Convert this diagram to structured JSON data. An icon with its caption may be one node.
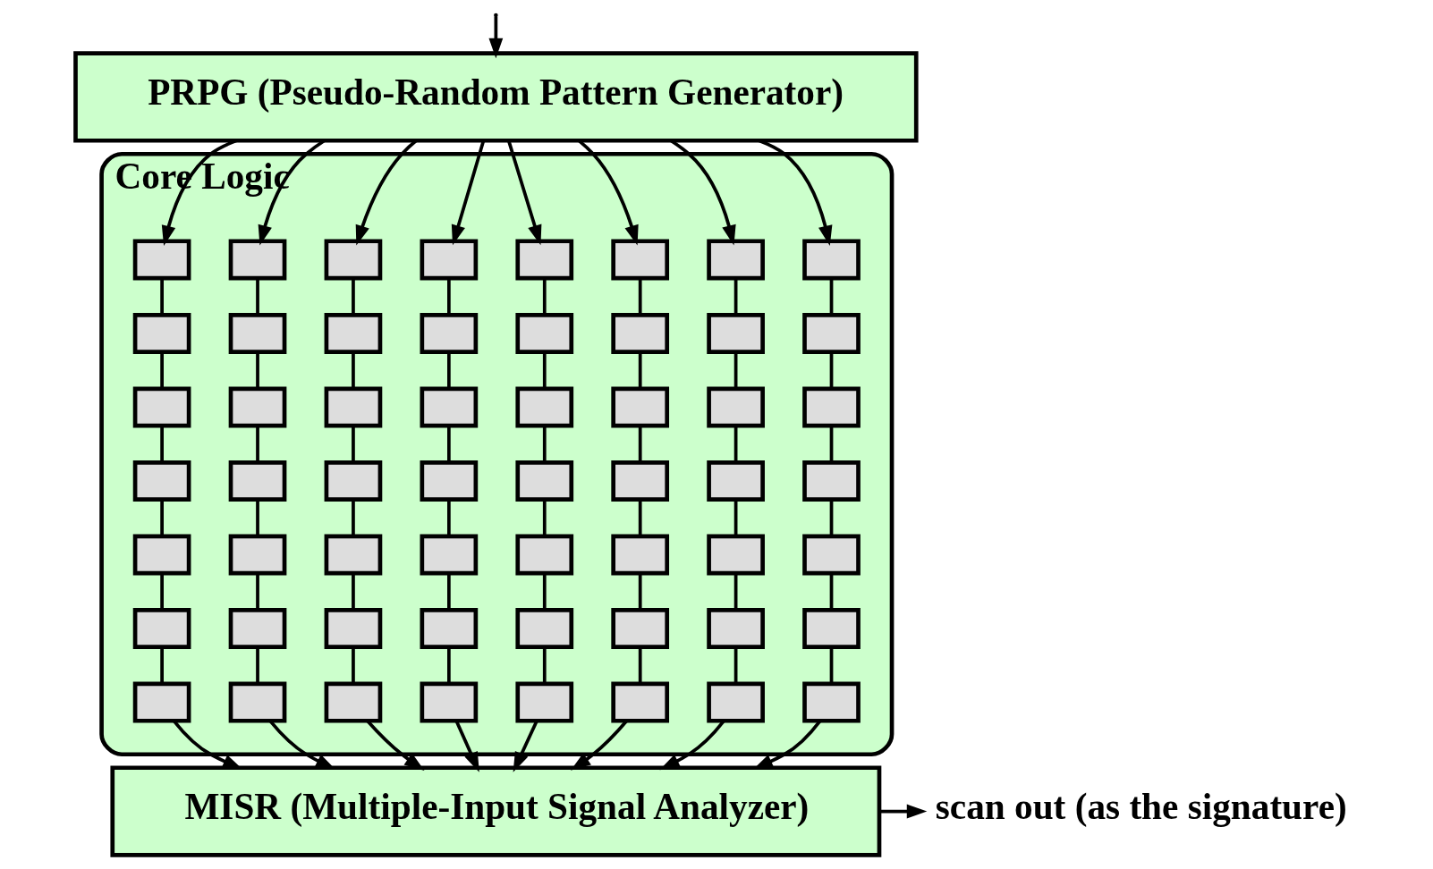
{
  "diagram": {
    "nodes": [
      {
        "text": [
          "PRPG (Pseudo-Random Pattern Generator)"
        ]
      },
      {
        "text": [
          "Core Logic"
        ]
      },
      {
        "text": [],
        "shape": "box",
        "in": 1
      },
      {
        "text": [],
        "shape": "box",
        "in": 1
      },
      {
        "text": [],
        "shape": "box",
        "in": 1
      },
      {
        "text": [],
        "shape": "box",
        "in": 1
      },
      {
        "text": [],
        "shape": "box",
        "in": 1
      },
      {
        "text": [],
        "shape": "box",
        "in": 1
      },
      {
        "text": [],
        "shape": "box",
        "in": 1
      },
      {
        "text": [],
        "shape": "box",
        "in": 1
      },
      {
        "text": [],
        "shape": "box",
        "in": 1
      },
      {
        "text": [],
        "shape": "box",
        "in": 1
      },
      {
        "text": [],
        "shape": "box",
        "in": 1
      },
      {
        "text": [],
        "shape": "box",
        "in": 1
      },
      {
        "text": [],
        "shape": "box",
        "in": 1
      },
      {
        "text": [],
        "shape": "box",
        "in": 1
      },
      {
        "text": [],
        "shape": "box",
        "in": 1
      },
      {
        "text": [],
        "shape": "box",
        "in": 1
      },
      {
        "text": [],
        "shape": "box",
        "in": 1
      },
      {
        "text": [],
        "shape": "box",
        "in": 1
      },
      {
        "text": [],
        "shape": "box",
        "in": 1
      },
      {
        "text": [],
        "shape": "box",
        "in": 1
      },
      {
        "text": [],
        "shape": "box",
        "in": 1
      },
      {
        "text": [],
        "shape": "box",
        "in": 1
      },
      {
        "text": [],
        "shape": "box",
        "in": 1
      },
      {
        "text": [],
        "shape": "box",
        "in": 1
      },
      {
        "text": [],
        "shape": "box",
        "in": 1
      },
      {
        "text": [],
        "shape": "box",
        "in": 1
      },
      {
        "text": [],
        "shape": "box",
        "in": 1
      },
      {
        "text": [],
        "shape": "box",
        "in": 1
      },
      {
        "text": [],
        "shape": "box",
        "in": 1
      },
      {
        "text": [],
        "shape": "box",
        "in": 1
      },
      {
        "text": [],
        "shape": "box",
        "in": 1
      },
      {
        "text": [],
        "shape": "box",
        "in": 1
      },
      {
        "text": [],
        "shape": "box",
        "in": 1
      },
      {
        "text": [],
        "shape": "box",
        "in": 1
      },
      {
        "text": [],
        "shape": "box",
        "in": 1
      },
      {
        "text": [],
        "shape": "box",
        "in": 1
      },
      {
        "text": [],
        "shape": "box",
        "in": 1
      },
      {
        "text": [],
        "shape": "box",
        "in": 1
      },
      {
        "text": [],
        "shape": "box",
        "in": 1
      },
      {
        "text": [],
        "shape": "box",
        "in": 1
      },
      {
        "text": [],
        "shape": "box",
        "in": 1
      },
      {
        "text": [],
        "shape": "box",
        "in": 1
      },
      {
        "text": [],
        "shape": "box",
        "in": 1
      },
      {
        "text": [],
        "shape": "box",
        "in": 1
      },
      {
        "text": [],
        "shape": "box",
        "in": 1
      },
      {
        "text": [],
        "shape": "box",
        "in": 1
      },
      {
        "text": [],
        "shape": "box",
        "in": 1
      },
      {
        "text": [],
        "shape": "box",
        "in": 1
      },
      {
        "text": [],
        "shape": "box",
        "in": 1
      },
      {
        "text": [],
        "shape": "box",
        "in": 1
      },
      {
        "text": [],
        "shape": "box",
        "in": 1
      },
      {
        "text": [],
        "shape": "box",
        "in": 1
      },
      {
        "text": [],
        "shape": "box",
        "in": 1
      },
      {
        "text": [],
        "shape": "box",
        "in": 1
      },
      {
        "text": [],
        "shape": "box",
        "in": 1
      },
      {
        "text": [],
        "shape": "box",
        "in": 1
      },
      {
        "text": [
          "MISR (Multiple-Input Signal Analyzer)"
        ]
      },
      {
        "text": [
          "scan out (as the signature)"
        ]
      }
    ],
    "edges": [
      {
        "from": null,
        "to": 0,
        "arrow": "to"
      },
      {
        "from": 0,
        "to": 2,
        "arrow": "to"
      },
      {
        "from": 0,
        "to": 3,
        "arrow": "to"
      },
      {
        "from": 0,
        "to": 4,
        "arrow": "to"
      },
      {
        "from": 0,
        "to": 5,
        "arrow": "to"
      },
      {
        "from": 0,
        "to": 6,
        "arrow": "to"
      },
      {
        "from": 0,
        "to": 7,
        "arrow": "to"
      },
      {
        "from": 0,
        "to": 8,
        "arrow": "to"
      },
      {
        "from": 0,
        "to": 9,
        "arrow": "to"
      },
      {
        "from": 2,
        "to": 10,
        "arrow": "none"
      },
      {
        "from": 3,
        "to": 11,
        "arrow": "none"
      },
      {
        "from": 4,
        "to": 12,
        "arrow": "none"
      },
      {
        "from": 5,
        "to": 13,
        "arrow": "none"
      },
      {
        "from": 6,
        "to": 14,
        "arrow": "none"
      },
      {
        "from": 7,
        "to": 15,
        "arrow": "none"
      },
      {
        "from": 8,
        "to": 16,
        "arrow": "none"
      },
      {
        "from": 9,
        "to": 17,
        "arrow": "none"
      },
      {
        "from": 10,
        "to": 18,
        "arrow": "none"
      },
      {
        "from": 11,
        "to": 19,
        "arrow": "none"
      },
      {
        "from": 12,
        "to": 20,
        "arrow": "none"
      },
      {
        "from": 13,
        "to": 21,
        "arrow": "none"
      },
      {
        "from": 14,
        "to": 22,
        "arrow": "none"
      },
      {
        "from": 15,
        "to": 23,
        "arrow": "none"
      },
      {
        "from": 16,
        "to": 24,
        "arrow": "none"
      },
      {
        "from": 17,
        "to": 25,
        "arrow": "none"
      },
      {
        "from": 18,
        "to": 26,
        "arrow": "none"
      },
      {
        "from": 19,
        "to": 27,
        "arrow": "none"
      },
      {
        "from": 20,
        "to": 28,
        "arrow": "none"
      },
      {
        "from": 21,
        "to": 29,
        "arrow": "none"
      },
      {
        "from": 22,
        "to": 30,
        "arrow": "none"
      },
      {
        "from": 23,
        "to": 31,
        "arrow": "none"
      },
      {
        "from": 24,
        "to": 32,
        "arrow": "none"
      },
      {
        "from": 25,
        "to": 33,
        "arrow": "none"
      },
      {
        "from": 26,
        "to": 34,
        "arrow": "none"
      },
      {
        "from": 27,
        "to": 35,
        "arrow": "none"
      },
      {
        "from": 28,
        "to": 36,
        "arrow": "none"
      },
      {
        "from": 29,
        "to": 37,
        "arrow": "none"
      },
      {
        "from": 30,
        "to": 38,
        "arrow": "none"
      },
      {
        "from": 31,
        "to": 39,
        "arrow": "none"
      },
      {
        "from": 32,
        "to": 40,
        "arrow": "none"
      },
      {
        "from": 33,
        "to": 41,
        "arrow": "none"
      },
      {
        "from": 34,
        "to": 42,
        "arrow": "none"
      },
      {
        "from": 35,
        "to": 43,
        "arrow": "none"
      },
      {
        "from": 36,
        "to": 44,
        "arrow": "none"
      },
      {
        "from": 37,
        "to": 45,
        "arrow": "none"
      },
      {
        "from": 38,
        "to": 46,
        "arrow": "none"
      },
      {
        "from": 39,
        "to": 47,
        "arrow": "none"
      },
      {
        "from": 40,
        "to": 48,
        "arrow": "none"
      },
      {
        "from": 41,
        "to": 49,
        "arrow": "none"
      },
      {
        "from": 42,
        "to": 50,
        "arrow": "none"
      },
      {
        "from": 43,
        "to": 51,
        "arrow": "none"
      },
      {
        "from": 44,
        "to": 52,
        "arrow": "none"
      },
      {
        "from": 45,
        "to": 53,
        "arrow": "none"
      },
      {
        "from": 46,
        "to": 54,
        "arrow": "none"
      },
      {
        "from": 47,
        "to": 55,
        "arrow": "none"
      },
      {
        "from": 48,
        "to": 56,
        "arrow": "none"
      },
      {
        "from": 49,
        "to": 57,
        "arrow": "none"
      },
      {
        "from": 50,
        "to": 58,
        "arrow": "to"
      },
      {
        "from": 51,
        "to": 58,
        "arrow": "to"
      },
      {
        "from": 52,
        "to": 58,
        "arrow": "to"
      },
      {
        "from": 53,
        "to": 58,
        "arrow": "to"
      },
      {
        "from": 54,
        "to": 58,
        "arrow": "to"
      },
      {
        "from": 55,
        "to": 58,
        "arrow": "to"
      },
      {
        "from": 56,
        "to": 58,
        "arrow": "to"
      },
      {
        "from": 57,
        "to": 58,
        "arrow": "to"
      },
      {
        "from": 58,
        "to": 59,
        "arrow": "to"
      }
    ]
  }
}
